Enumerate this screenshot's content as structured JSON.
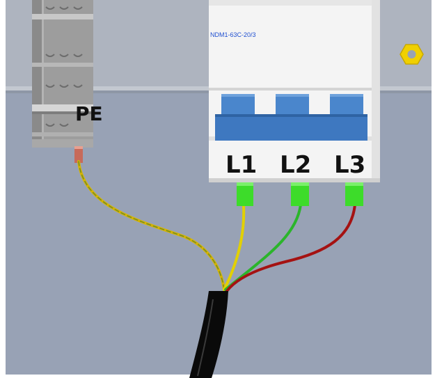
{
  "scene": {
    "terminal_block": {
      "label": "PE"
    },
    "breaker": {
      "model": "NDM1-63C-20/3",
      "terminals": [
        "L1",
        "L2",
        "L3"
      ]
    },
    "wires": [
      {
        "name": "pe-wire",
        "color": "yellow-green"
      },
      {
        "name": "l1-wire",
        "color": "yellow"
      },
      {
        "name": "l2-wire",
        "color": "green"
      },
      {
        "name": "l3-wire",
        "color": "red"
      }
    ],
    "colors": {
      "panel_top": "#aeb4bf",
      "panel_bottom": "#97a2b6",
      "breaker_body": "#f4f4f4",
      "breaker_toggle": "#3e78c0",
      "ferrule": "#3ddc2a",
      "wire_yellow": "#e2d000",
      "wire_green": "#2bb52b",
      "wire_red": "#a51212",
      "cable": "#0a0a0a",
      "nut": "#f0d000"
    }
  }
}
